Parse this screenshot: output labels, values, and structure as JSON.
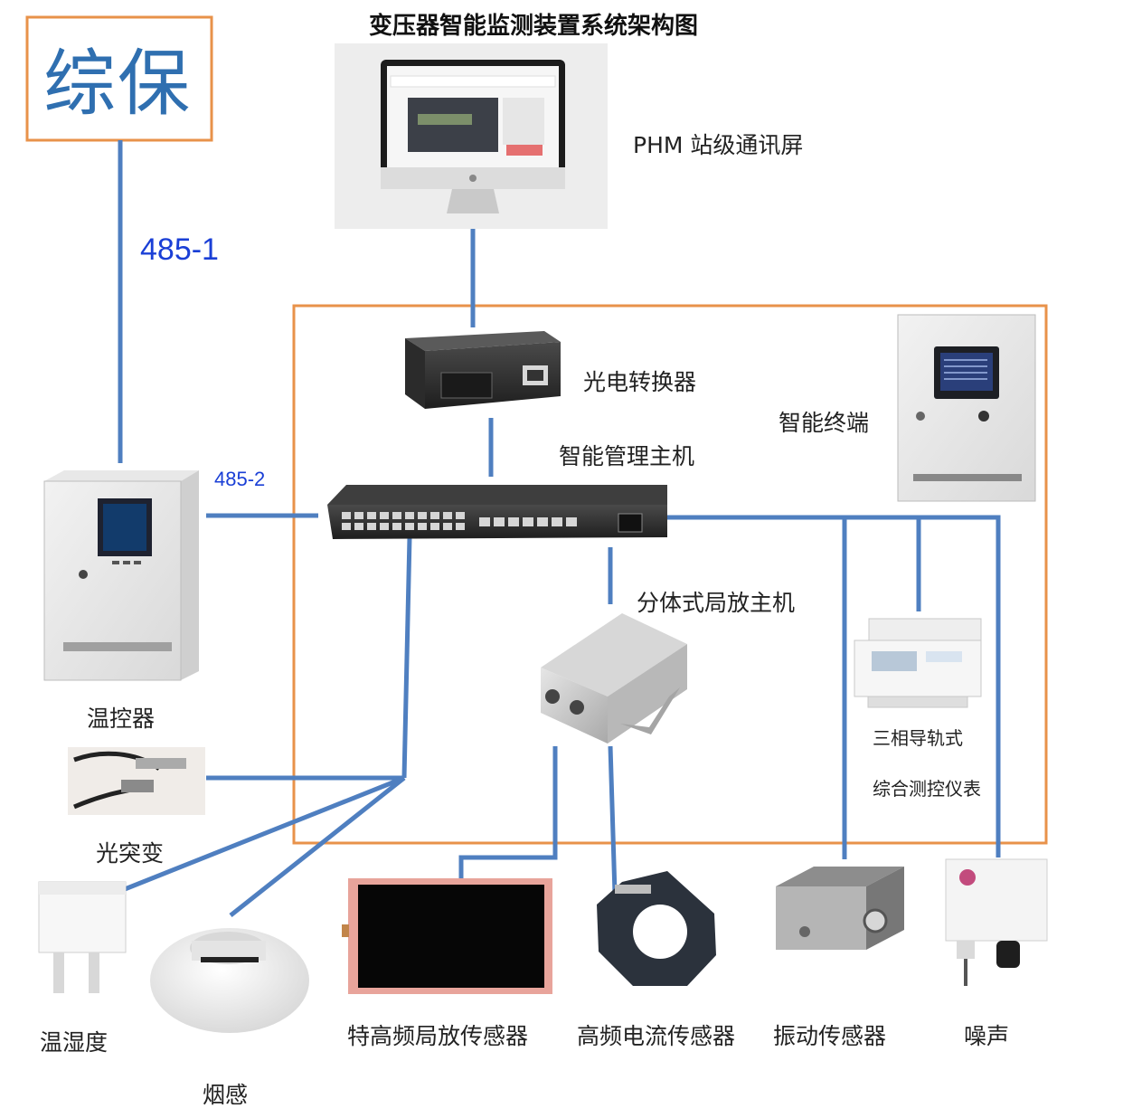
{
  "title": "变压器智能监测装置系统架构图",
  "zongbao": "综保",
  "links": {
    "rs485_1": "485-1",
    "rs485_2": "485-2"
  },
  "devices": {
    "phm_screen": "PHM 站级通讯屏",
    "media_converter": "光电转换器",
    "smart_terminal": "智能终端",
    "management_host": "智能管理主机",
    "temp_controller": "温控器",
    "pd_host": "分体式局放主机",
    "meter_line1": "三相导轨式",
    "meter_line2": "综合测控仪表",
    "optical_sensor": "光突变",
    "temp_humidity": "温湿度",
    "smoke": "烟感",
    "uhf_sensor": "特高频局放传感器",
    "hf_ct_sensor": "高频电流传感器",
    "vibration_sensor": "振动传感器",
    "noise": "噪声"
  },
  "colors": {
    "frame_orange": "#e8924a",
    "link_blue": "#4f7fc0",
    "label_blue": "#1a3fd6"
  },
  "icons": [
    "monitor-icon",
    "media-converter-icon",
    "cabinet-icon",
    "switch-icon",
    "temp-controller-icon",
    "pd-host-box-icon",
    "din-rail-meter-icon",
    "fiber-probe-icon",
    "temp-humidity-sensor-icon",
    "smoke-detector-icon",
    "uhf-sensor-panel-icon",
    "hf-ct-sensor-icon",
    "vibration-sensor-icon",
    "noise-sensor-icon"
  ]
}
